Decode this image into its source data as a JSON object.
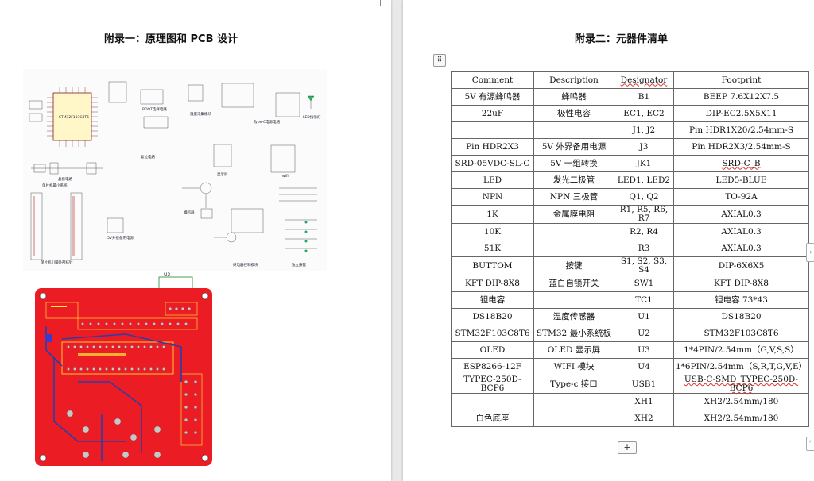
{
  "left_page": {
    "title": "附录一：原理图和 PCB 设计",
    "schematic_labels": {
      "u1": "STM32F103C8T6",
      "boot": "BOOT选择电路",
      "reset": "复位电路",
      "crystal": "晶振电路",
      "mcu_min": "单片机最小系统",
      "pins": "单片机引脚外部排针",
      "power_ext": "5V外接备用电源",
      "temp": "温度采集模块",
      "typec": "Type-C电源电路",
      "oled": "显示屏",
      "wifi": "wifi",
      "buzzer": "蜂鸣器",
      "relay": "继电器控制模块",
      "keys": "独立按键",
      "led": "LED指示灯"
    },
    "pcb": {
      "connector": "U3"
    }
  },
  "right_page": {
    "title": "附录二：元器件清单",
    "drag_handle": "⠿",
    "add_row": "+",
    "table": {
      "headers": [
        "Comment",
        "Description",
        "Designator",
        "Footprint"
      ],
      "rows": [
        [
          "5V 有源蜂鸣器",
          "蜂鸣器",
          "B1",
          "BEEP 7.6X12X7.5"
        ],
        [
          "22uF",
          "极性电容",
          "EC1, EC2",
          "DIP-EC2.5X5X11"
        ],
        [
          "",
          "",
          "J1, J2",
          "Pin HDR1X20/2.54mm-S"
        ],
        [
          "Pin HDR2X3",
          "5V 外界备用电源",
          "J3",
          "Pin HDR2X3/2.54mm-S"
        ],
        [
          "SRD-05VDC-SL-C",
          "5V 一组转换",
          "JK1",
          "SRD-C_B"
        ],
        [
          "LED",
          "发光二极管",
          "LED1, LED2",
          "LED5-BLUE"
        ],
        [
          "NPN",
          "NPN 三极管",
          "Q1, Q2",
          "TO-92A"
        ],
        [
          "1K",
          "金属膜电阻",
          "R1, R5, R6, R7",
          "AXIAL0.3"
        ],
        [
          "10K",
          "",
          "R2, R4",
          "AXIAL0.3"
        ],
        [
          "51K",
          "",
          "R3",
          "AXIAL0.3"
        ],
        [
          "BUTTOM",
          "按键",
          "S1, S2, S3, S4",
          "DIP-6X6X5"
        ],
        [
          "KFT DIP-8X8",
          "蓝白自锁开关",
          "SW1",
          "KFT DIP-8X8"
        ],
        [
          "钽电容",
          "",
          "TC1",
          "钽电容  73*43"
        ],
        [
          "DS18B20",
          "温度传感器",
          "U1",
          "DS18B20"
        ],
        [
          "STM32F103C8T6",
          "STM32 最小系统板",
          "U2",
          "STM32F103C8T6"
        ],
        [
          "OLED",
          "OLED 显示屏",
          "U3",
          "1*4PIN/2.54mm（G,V,S,S）"
        ],
        [
          "ESP8266-12F",
          "WIFI 模块",
          "U4",
          "1*6PIN/2.54mm（S,R,T,G,V,E）"
        ],
        [
          "TYPEC-250D-BCP6",
          "Type-c  接口",
          "USB1",
          "USB-C-SMD_TYPEC-250D-BCP6"
        ],
        [
          "",
          "",
          "XH1",
          "XH2/2.54mm/180"
        ],
        [
          "白色底座",
          "",
          "XH2",
          "XH2/2.54mm/180"
        ]
      ]
    }
  }
}
